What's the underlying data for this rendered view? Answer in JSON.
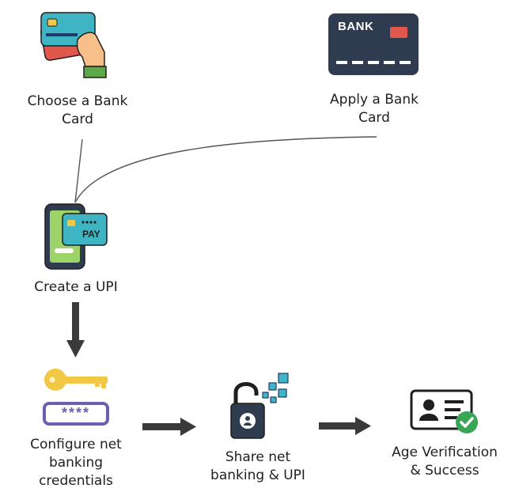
{
  "nodes": {
    "choose_card": {
      "label": "Choose a Bank\nCard"
    },
    "apply_card": {
      "label": "Apply a Bank\nCard",
      "card_text": "BANK"
    },
    "create_upi": {
      "label": "Create a UPI",
      "pay_text": "PAY"
    },
    "configure": {
      "label": "Configure net\nbanking\ncredentials",
      "password_text": "****"
    },
    "share": {
      "label": "Share net\nbanking & UPI"
    },
    "age_verification": {
      "label": "Age Verification\n& Success"
    }
  },
  "colors": {
    "arrow": "#3a3a3a",
    "connector": "#555555",
    "card_dark": "#2f3b4f",
    "card_red": "#e2574c",
    "teal": "#3fb5c4",
    "gold": "#f2c744",
    "purple": "#6b5fb0",
    "success_green": "#3aa655"
  }
}
